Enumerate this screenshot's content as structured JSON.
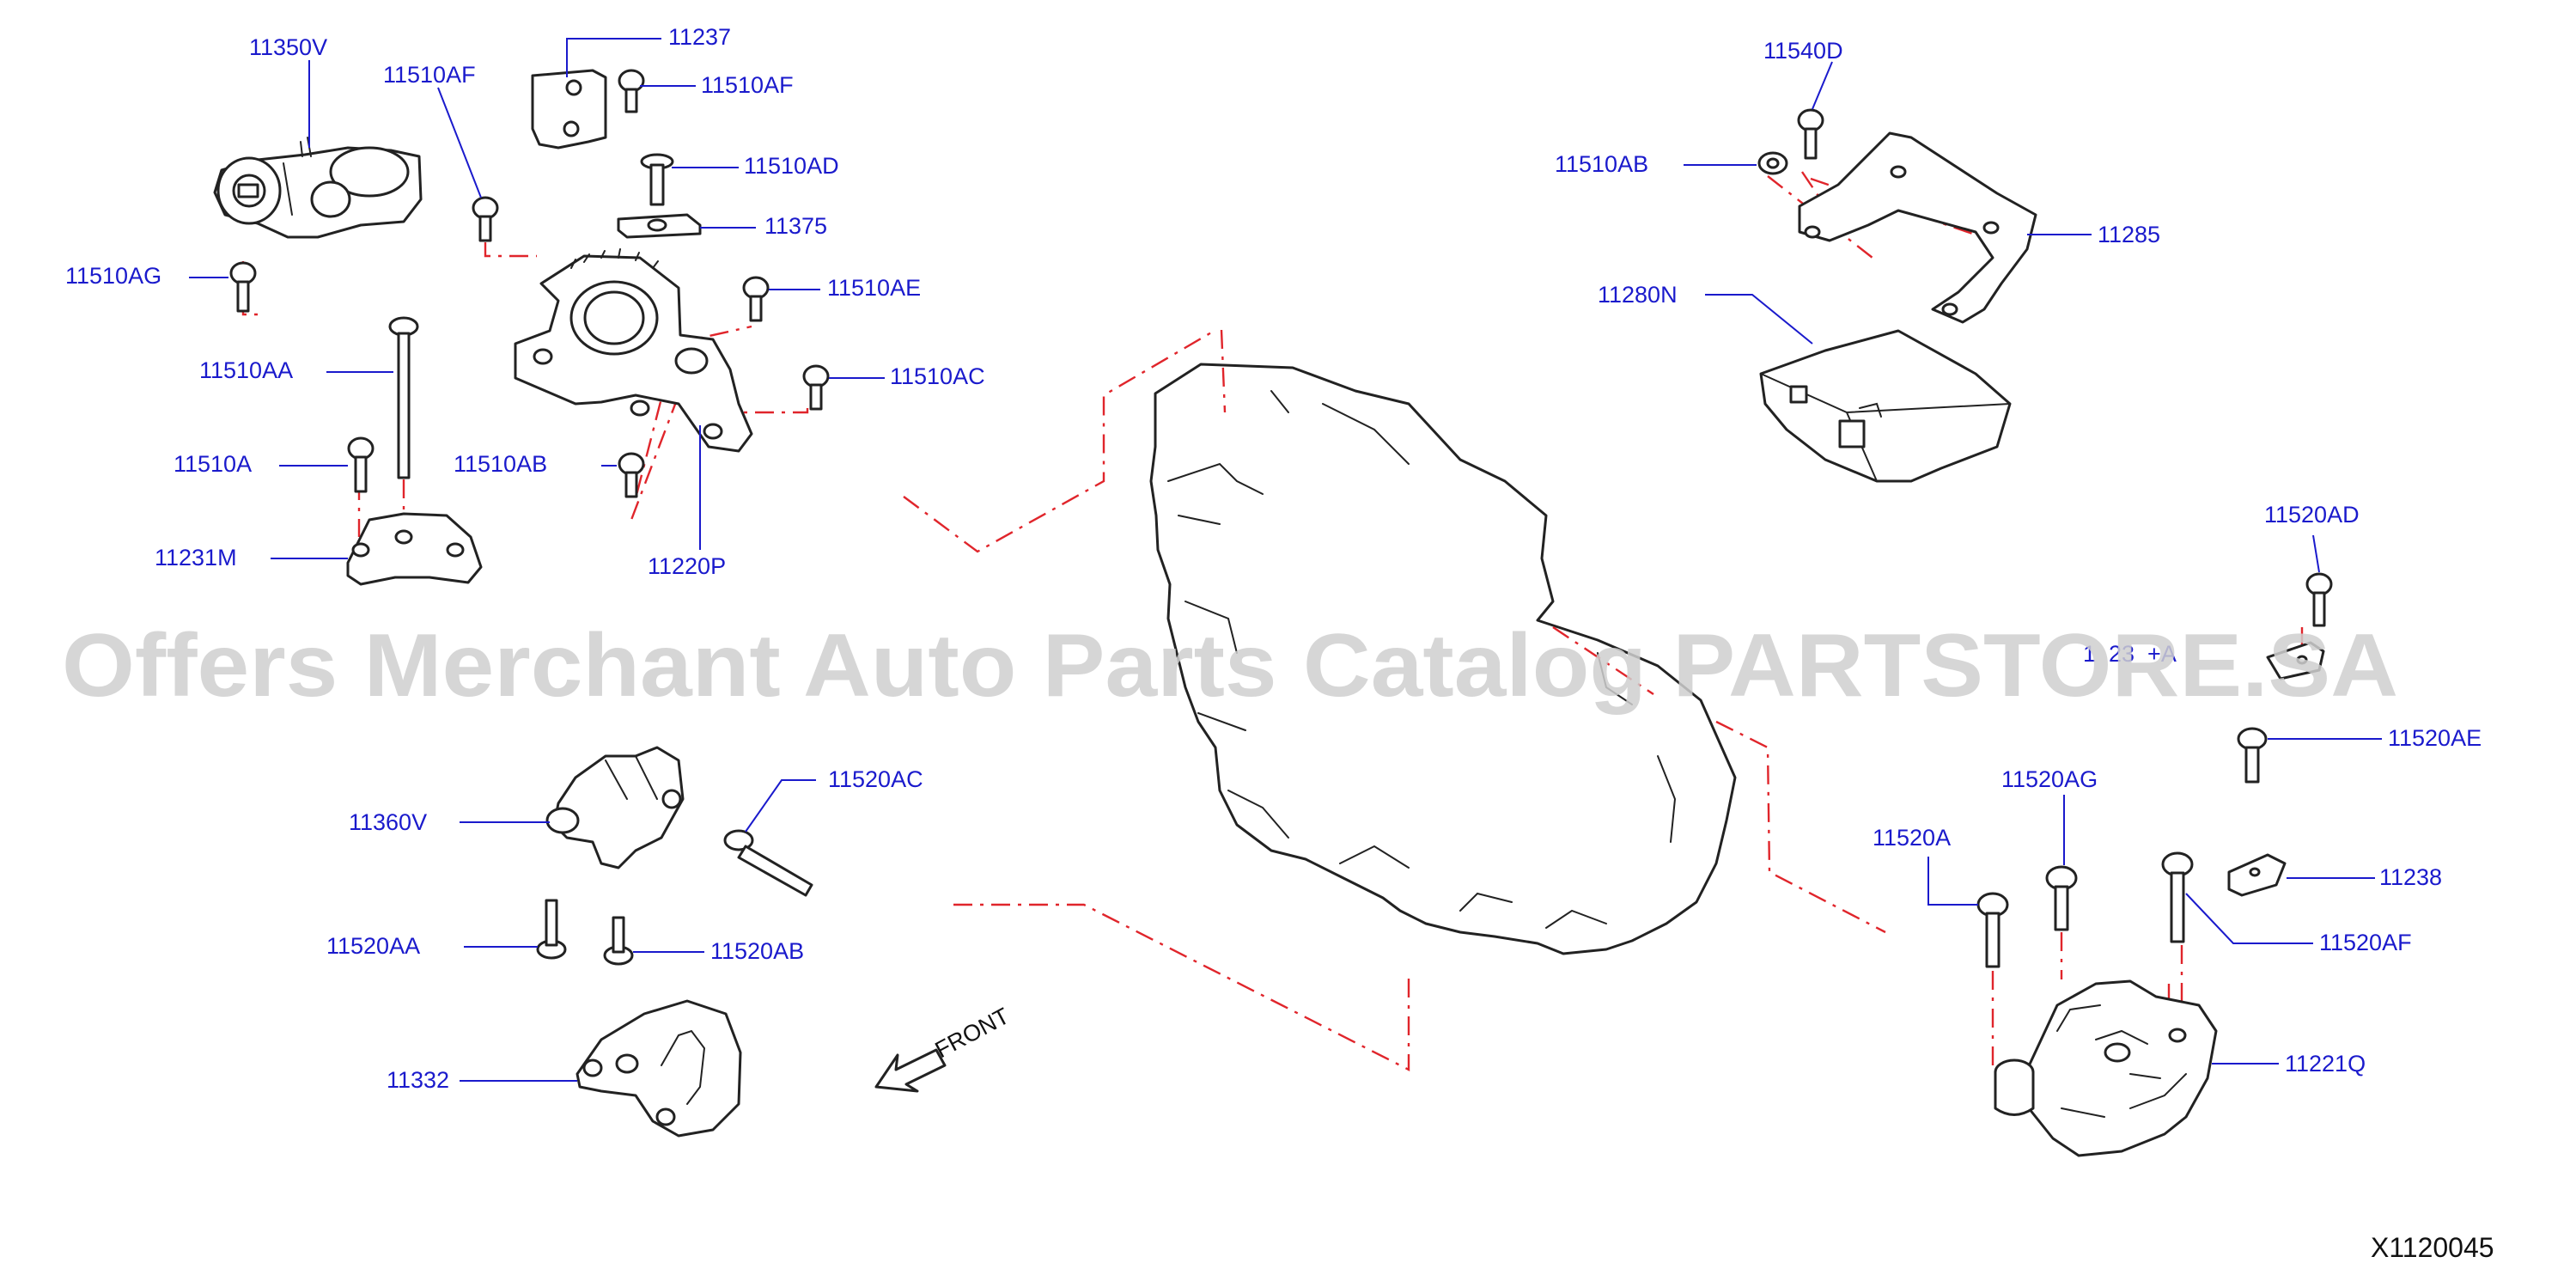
{
  "diagram": {
    "catalog_code": "X1120045",
    "watermark": "Offers Merchant Auto Parts Catalog PARTSTORE.SA",
    "front_label": "FRONT",
    "line_color": "#1a1acc",
    "phantom_color": "#e0252b",
    "parts": [
      {
        "id": "11350V",
        "label": "11350V"
      },
      {
        "id": "11510AF-a",
        "label": "11510AF"
      },
      {
        "id": "11237",
        "label": "11237"
      },
      {
        "id": "11510AF-b",
        "label": "11510AF"
      },
      {
        "id": "11510AD",
        "label": "11510AD"
      },
      {
        "id": "11375",
        "label": "11375"
      },
      {
        "id": "11510AG",
        "label": "11510AG"
      },
      {
        "id": "11510AE",
        "label": "11510AE"
      },
      {
        "id": "11510AA",
        "label": "11510AA"
      },
      {
        "id": "11510AC",
        "label": "11510AC"
      },
      {
        "id": "11510A",
        "label": "11510A"
      },
      {
        "id": "11510AB-a",
        "label": "11510AB"
      },
      {
        "id": "11231M",
        "label": "11231M"
      },
      {
        "id": "11220P",
        "label": "11220P"
      },
      {
        "id": "11540D",
        "label": "11540D"
      },
      {
        "id": "11510AB-b",
        "label": "11510AB"
      },
      {
        "id": "11285",
        "label": "11285"
      },
      {
        "id": "11280N",
        "label": "11280N"
      },
      {
        "id": "11520AD",
        "label": "11520AD"
      },
      {
        "id": "11253A",
        "label": "1  23  +A"
      },
      {
        "id": "11520AE",
        "label": "11520AE"
      },
      {
        "id": "11360V",
        "label": "11360V"
      },
      {
        "id": "11520AC",
        "label": "11520AC"
      },
      {
        "id": "11520AG",
        "label": "11520AG"
      },
      {
        "id": "11520A",
        "label": "11520A"
      },
      {
        "id": "11238",
        "label": "11238"
      },
      {
        "id": "11520AA",
        "label": "11520AA"
      },
      {
        "id": "11520AB",
        "label": "11520AB"
      },
      {
        "id": "11520AF",
        "label": "11520AF"
      },
      {
        "id": "11221Q",
        "label": "11221Q"
      },
      {
        "id": "11332",
        "label": "11332"
      }
    ]
  }
}
